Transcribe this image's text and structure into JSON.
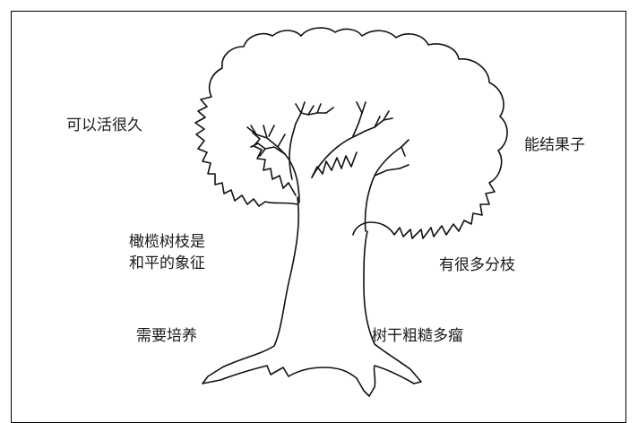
{
  "diagram": {
    "labels": {
      "live_long": "可以活很久",
      "bears_fruit": "能结果子",
      "olive_branch_line1": "橄榄树枝是",
      "olive_branch_line2": "和平的象征",
      "many_branches": "有很多分枝",
      "needs_care": "需要培养",
      "rough_trunk": "树干粗糙多瘤"
    }
  }
}
